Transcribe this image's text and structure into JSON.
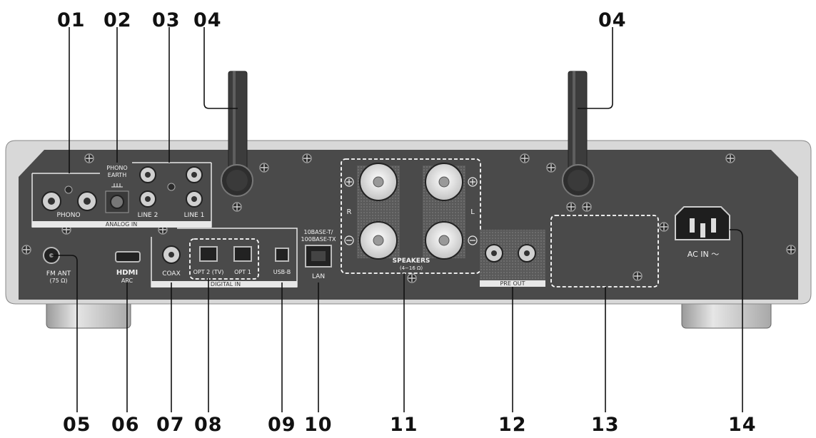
{
  "callouts": {
    "c01": "01",
    "c02": "02",
    "c03": "03",
    "c04a": "04",
    "c04b": "04",
    "c05": "05",
    "c06": "06",
    "c07": "07",
    "c08": "08",
    "c09": "09",
    "c10": "10",
    "c11": "11",
    "c12": "12",
    "c13": "13",
    "c14": "14"
  },
  "labels": {
    "phono": "PHONO",
    "phono_earth_1": "PHONO",
    "phono_earth_2": "EARTH",
    "line2": "LINE 2",
    "line1": "LINE 1",
    "analog_in": "ANALOG IN",
    "fm_ant": "FM ANT",
    "fm_ohm": "(75 Ω)",
    "hdmi": "HDMI",
    "arc": "ARC",
    "coax": "COAX",
    "opt2": "OPT 2 (TV)",
    "opt1": "OPT 1",
    "usbb": "USB-B",
    "digital_in": "DIGITAL IN",
    "base_t": "10BASE-T/",
    "base_tx": "100BASE-TX",
    "lan": "LAN",
    "speakers": "SPEAKERS",
    "speakers_ohm": "(4−16 Ω)",
    "pre_out": "PRE OUT",
    "ac_in": "AC IN ～",
    "r": "R",
    "l": "L"
  },
  "colors": {
    "panel": "#4a4a4a",
    "frame": "#d8d8d8",
    "callout": "#111111"
  }
}
